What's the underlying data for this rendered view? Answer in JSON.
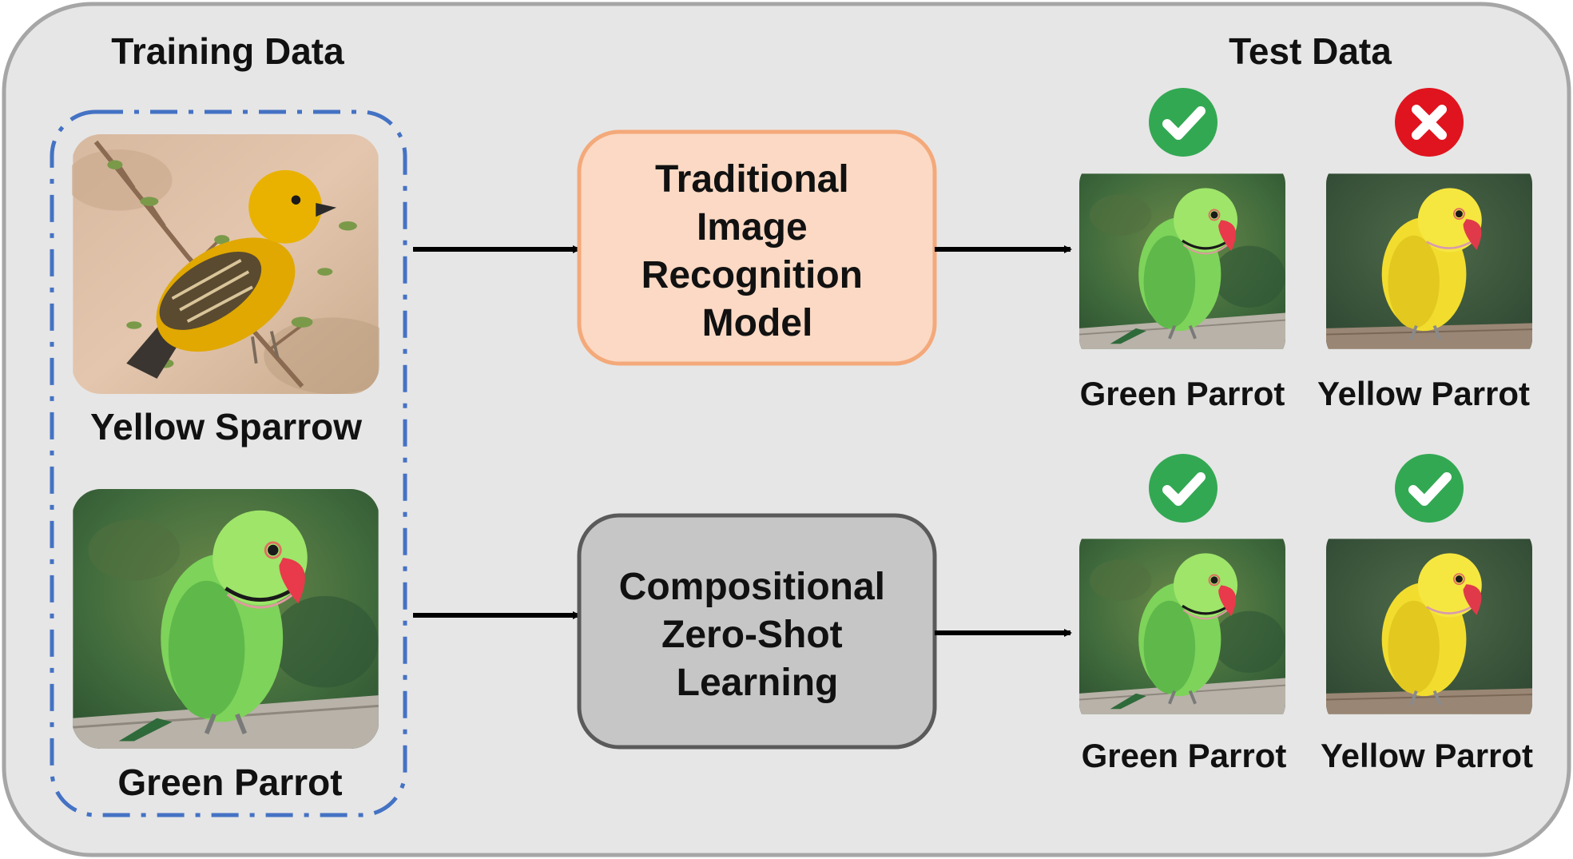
{
  "training": {
    "title": "Training Data",
    "images": [
      {
        "label": "Yellow Sparrow",
        "subject": "yellow-sparrow"
      },
      {
        "label": "Green Parrot",
        "subject": "green-parrot"
      }
    ]
  },
  "models": [
    {
      "label_lines": [
        "Traditional",
        "Image",
        "Recognition",
        "Model"
      ],
      "color": "#fbd9c4",
      "border": "#f4a97a"
    },
    {
      "label_lines": [
        "Compositional",
        "Zero-Shot",
        "Learning"
      ],
      "color": "#c6c6c6",
      "border": "#5a5a5a"
    }
  ],
  "test": {
    "title": "Test Data",
    "rows": [
      [
        {
          "label": "Green Parrot",
          "subject": "green-parrot",
          "result": "correct"
        },
        {
          "label": "Yellow Parrot",
          "subject": "yellow-parrot",
          "result": "incorrect"
        }
      ],
      [
        {
          "label": "Green Parrot",
          "subject": "green-parrot",
          "result": "correct"
        },
        {
          "label": "Yellow Parrot",
          "subject": "yellow-parrot",
          "result": "correct"
        }
      ]
    ]
  },
  "colors": {
    "panel": "#e6e6e6",
    "panel_border": "#a6a6a6",
    "dash_border": "#4472c4",
    "correct": "#33a853",
    "incorrect": "#e0141e"
  },
  "icons": {
    "correct": "check-circle-icon",
    "incorrect": "x-circle-icon"
  }
}
